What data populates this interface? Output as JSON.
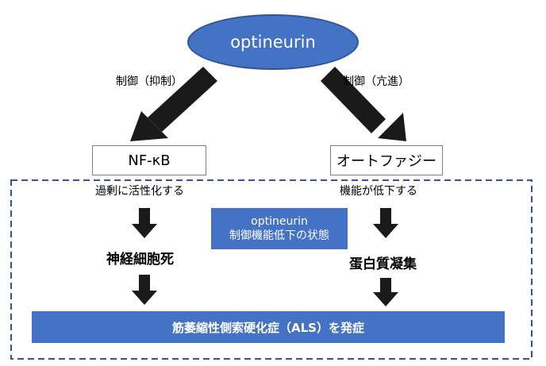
{
  "top_node": {
    "label": "optineurin"
  },
  "left_edge_label": "制御（抑制）",
  "right_edge_label": "制御（亢進）",
  "left_box": {
    "label": "NF-κB"
  },
  "right_box": {
    "label": "オートファジー"
  },
  "left_status": "過剰に活性化する",
  "right_status": "機能が低下する",
  "state_box": {
    "line1": "optineurin",
    "line2": "制御機能低下の状態"
  },
  "left_result": "神経細胞死",
  "right_result": "蛋白質凝集",
  "banner": {
    "label": "筋萎縮性側索硬化症（ALS）を発症"
  },
  "colors": {
    "primary_blue": "#4472c4",
    "dark_blue": "#2f5597",
    "arrow": "#1a1a1a"
  }
}
